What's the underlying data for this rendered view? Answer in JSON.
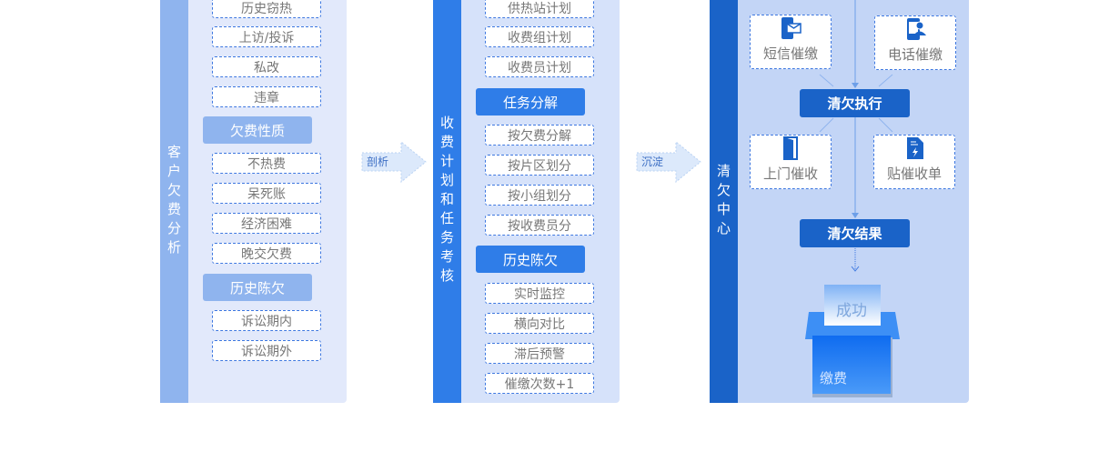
{
  "col1": {
    "title": "客户欠费分析",
    "items_a": [
      "历史窃热",
      "上访/投诉",
      "私改",
      "违章"
    ],
    "header_b": "欠费性质",
    "items_b": [
      "不热费",
      "呆死账",
      "经济困难",
      "晚交欠费"
    ],
    "header_c": "历史陈欠",
    "items_c": [
      "诉讼期内",
      "诉讼期外"
    ]
  },
  "arrow1": "剖析",
  "col2": {
    "title": "收费计划和任务考核",
    "items_a": [
      "供热站计划",
      "收费组计划",
      "收费员计划"
    ],
    "header_b": "任务分解",
    "items_b": [
      "按欠费分解",
      "按片区划分",
      "按小组划分",
      "按收费员分"
    ],
    "header_c": "历史陈欠",
    "items_c": [
      "实时监控",
      "横向对比",
      "滞后预警",
      "催缴次数+1"
    ]
  },
  "arrow2": "沉淀",
  "col3": {
    "title": "清欠中心",
    "cards": [
      {
        "label": "短信催缴",
        "icon": "sms-phone-icon"
      },
      {
        "label": "电话催缴",
        "icon": "phone-contact-icon"
      },
      {
        "label": "上门催收",
        "icon": "door-icon"
      },
      {
        "label": "贴催收单",
        "icon": "bill-icon"
      }
    ],
    "exec": "清欠执行",
    "result": "清欠结果",
    "success": "成功",
    "box": "缴费"
  },
  "colors": {
    "c1side": "#8fb4ee",
    "c1panel": "#e2e9fb",
    "c2side": "#2f7de8",
    "c2panel": "#d6e2fa",
    "c3side": "#1a63c8",
    "c3panel": "#c3d5f6"
  }
}
